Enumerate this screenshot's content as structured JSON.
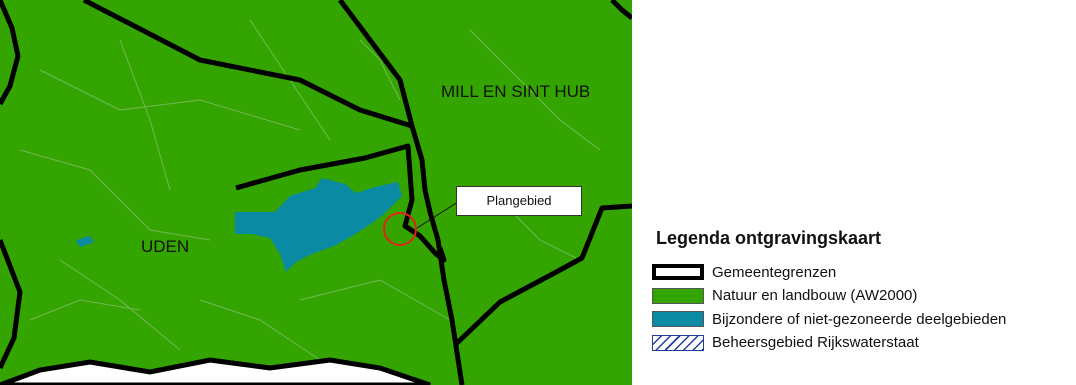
{
  "map": {
    "places": [
      {
        "id": "uden",
        "label": "UDEN"
      },
      {
        "id": "mill",
        "label": "MILL EN SINT HUB"
      }
    ],
    "callout_label": "Plangebied",
    "colors": {
      "nature": "#34a500",
      "special": "#0a8aa3",
      "boundary": "#000000",
      "marker": "#e0241b"
    }
  },
  "legend": {
    "title": "Legenda ontgravingskaart",
    "items": [
      {
        "label": "Gemeentegrenzen",
        "icon": "boundary-swatch"
      },
      {
        "label": "Natuur en landbouw (AW2000)",
        "icon": "green-swatch"
      },
      {
        "label": "Bijzondere of niet-gezoneerde deelgebieden",
        "icon": "blue-swatch"
      },
      {
        "label": "Beheersgebied Rijkswaterstaat",
        "icon": "hatched-swatch"
      }
    ]
  }
}
